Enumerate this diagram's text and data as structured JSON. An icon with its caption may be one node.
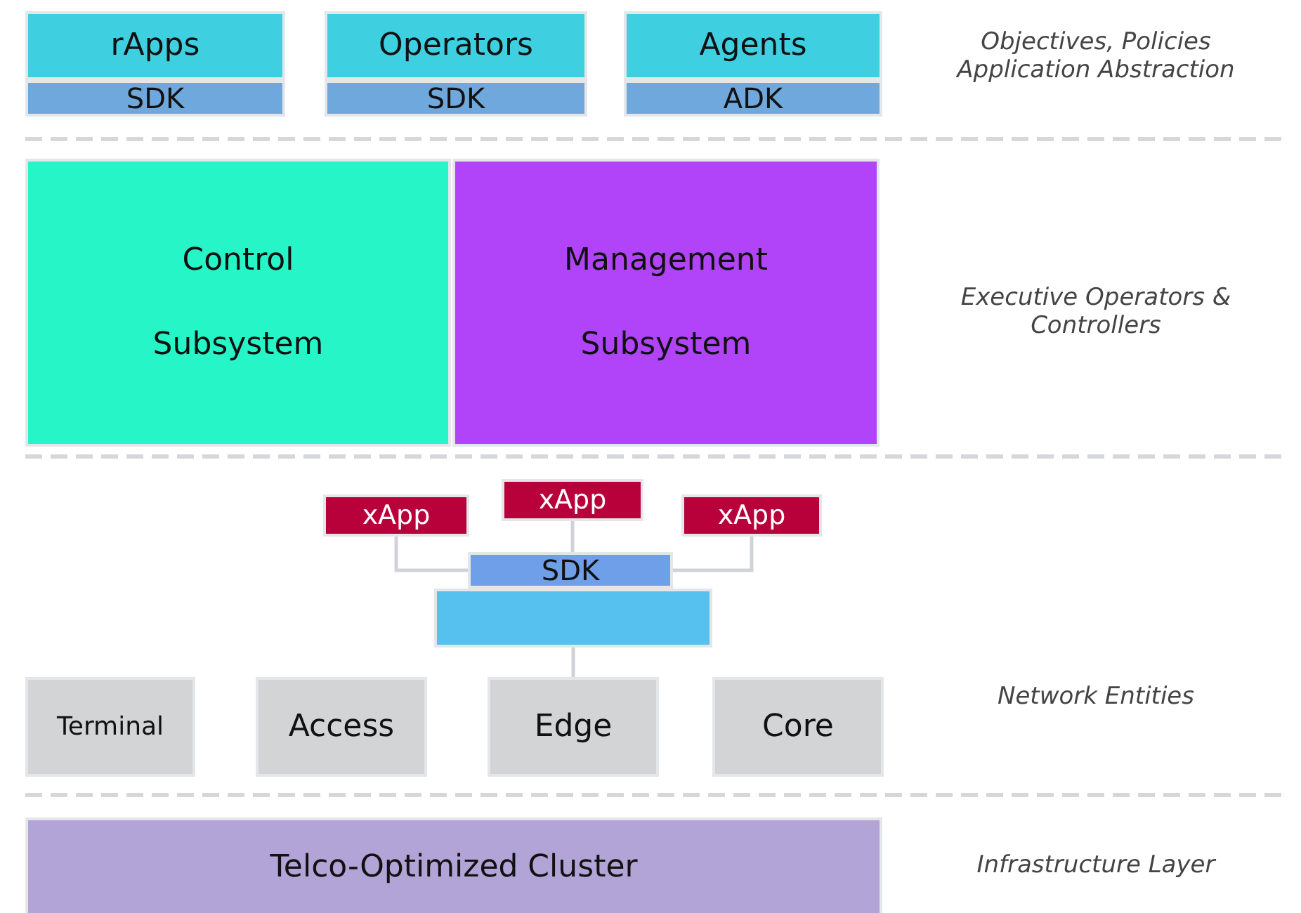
{
  "diagram": {
    "nodes": [
      {
        "text": [
          "rApps"
        ]
      },
      {
        "text": [
          "SDK"
        ]
      },
      {
        "text": [
          "Operators"
        ]
      },
      {
        "text": [
          "SDK"
        ]
      },
      {
        "text": [
          "Agents"
        ]
      },
      {
        "text": [
          "ADK"
        ]
      },
      {
        "text": [
          "Control Subsystem"
        ]
      },
      {
        "text": [
          "Management Subsystem"
        ]
      },
      {
        "text": [
          "xApp"
        ]
      },
      {
        "text": [
          "xApp"
        ]
      },
      {
        "text": [
          "xApp"
        ]
      },
      {
        "text": [
          "SDK"
        ]
      },
      {
        "text": [],
        "shape": "box"
      },
      {
        "text": [
          "Terminal"
        ]
      },
      {
        "text": [
          "Access"
        ]
      },
      {
        "text": [
          "Edge"
        ]
      },
      {
        "text": [
          "Core"
        ]
      },
      {
        "text": [
          "Telco-Optimized Cluster"
        ]
      }
    ],
    "edges": [
      {
        "from": 8,
        "to": 11,
        "arrow": "none"
      },
      {
        "from": 9,
        "to": 11,
        "arrow": "none"
      },
      {
        "from": 10,
        "to": 11,
        "arrow": "none"
      },
      {
        "from": 12,
        "to": 15,
        "arrow": "none"
      }
    ],
    "labels": [
      "Objectives, Policies Application Abstraction",
      "Executive Operators & Controllers",
      "Network Entities",
      "Infrastructure Layer"
    ]
  }
}
